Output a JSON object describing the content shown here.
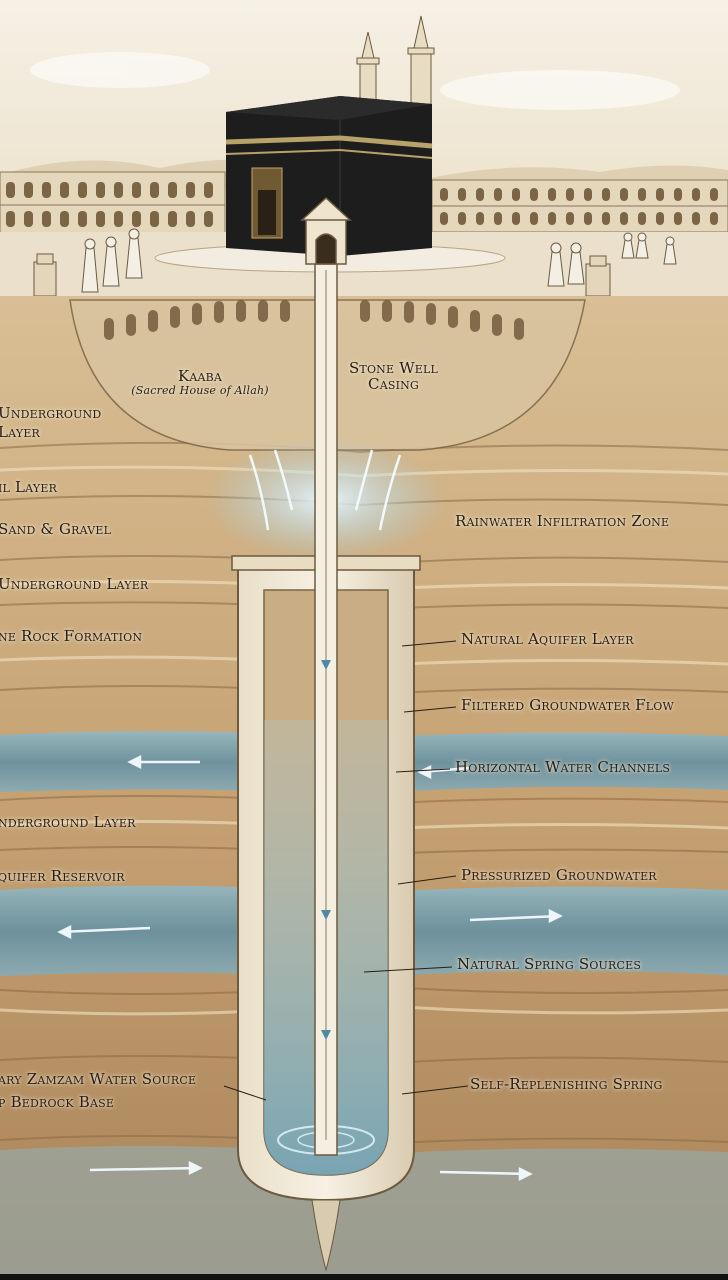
{
  "labels": {
    "kaaba": "Kaaba",
    "kaaba_sub": "(Sacred House of Allah)",
    "casing_1": "Stone Well",
    "casing_2": "Casing",
    "left": [
      "Underground",
      "Layer",
      "il Layer",
      "Sand & Gravel",
      "Underground Layer",
      "ne Rock Formation",
      "nderground Layer",
      "quifer Reservoir",
      "ary Zamzam Water Source",
      "p Bedrock Base"
    ],
    "right": [
      "Rainwater Infiltration Zone",
      "Natural Aquifer Layer",
      "Filtered Groundwater Flow",
      "Horizontal Water Channels",
      "Pressurized Groundwater",
      "Natural Spring Sources",
      "Self-Replenishing Spring"
    ]
  },
  "colors": {
    "sky": "#f3ece0",
    "soil": "#c9a77a",
    "soil_dark": "#8b6a45",
    "water": "#5b8ea6",
    "water_light": "#bfe3f0",
    "stone": "#e8dcc3",
    "kaaba": "#1e1e1e"
  }
}
